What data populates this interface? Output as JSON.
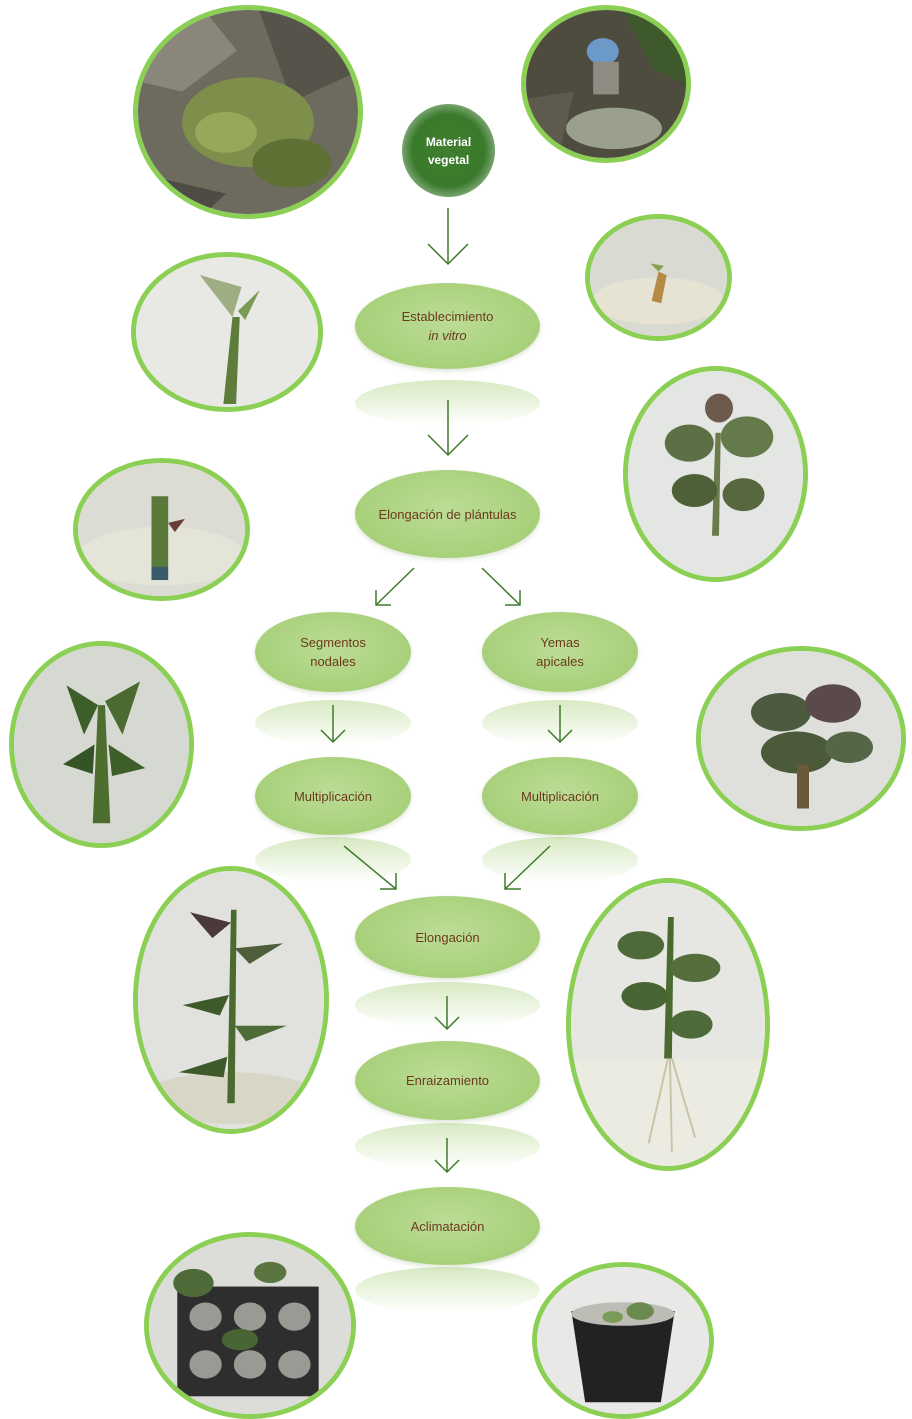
{
  "root": {
    "line1": "Material",
    "line2": "vegetal"
  },
  "nodes": {
    "establecimiento": {
      "line1": "Establecimiento",
      "line2": "in vitro"
    },
    "elongacion_plantulas": "Elongación de plántulas",
    "segmentos": {
      "line1": "Segmentos",
      "line2": "nodales"
    },
    "yemas": {
      "line1": "Yemas",
      "line2": "apicales"
    },
    "multiplicacion_left": "Multiplicación",
    "multiplicacion_right": "Multiplicación",
    "elongacion": "Elongación",
    "enraizamiento": "Enraizamiento",
    "aclimatacion": "Aclimatación"
  },
  "colors": {
    "node_fill": "#a8d07a",
    "node_text": "#6b3a1e",
    "photo_ring": "#8ccf55",
    "root_fill": "#3a7a2c",
    "arrow": "#3f7a2a"
  }
}
